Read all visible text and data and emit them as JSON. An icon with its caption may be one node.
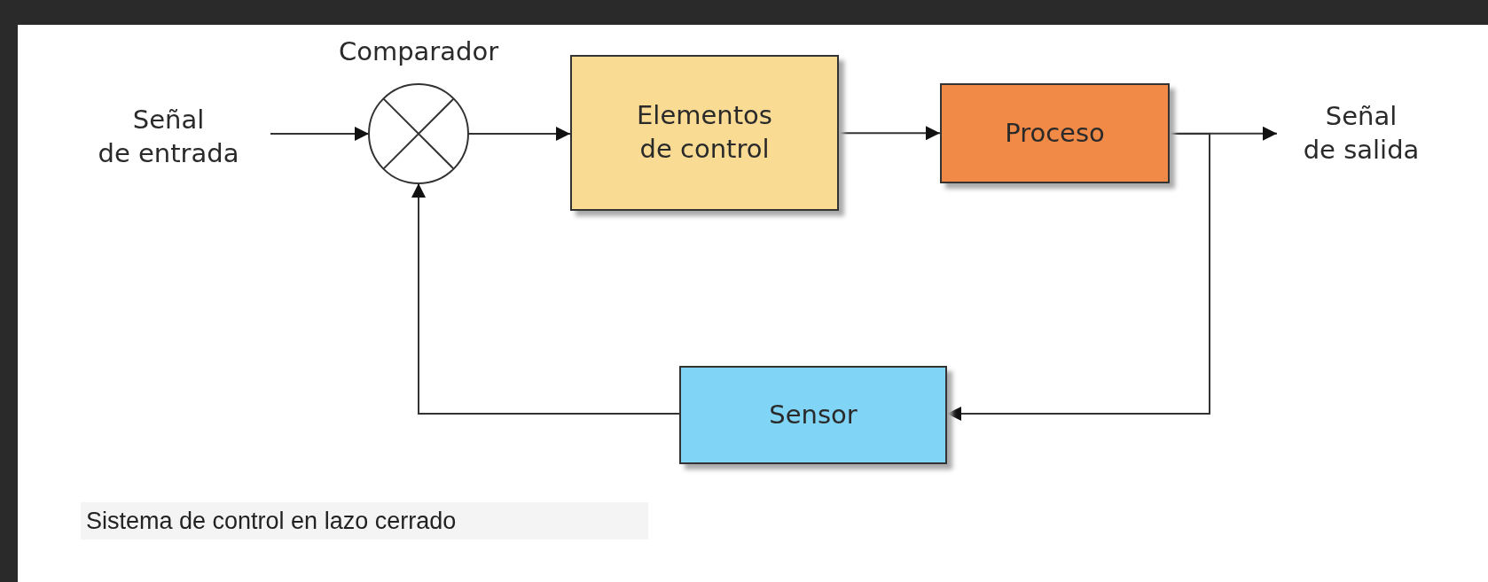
{
  "diagram": {
    "caption": "Sistema de control en lazo cerrado",
    "nodes": [
      {
        "text": [
          "Señal de entrada"
        ]
      },
      {
        "text": [
          "Comparador"
        ]
      },
      {
        "text": [
          "Elementos de control"
        ]
      },
      {
        "text": [
          "Proceso"
        ]
      },
      {
        "text": [
          "Señal de salida"
        ]
      },
      {
        "text": [
          "Sensor"
        ]
      }
    ],
    "edges": [
      {
        "from": 0,
        "to": 1,
        "arrow": "to"
      },
      {
        "from": 1,
        "to": 2,
        "arrow": "to"
      },
      {
        "from": 2,
        "to": 3,
        "arrow": "to"
      },
      {
        "from": 3,
        "to": 4,
        "arrow": "to"
      },
      {
        "from": 3,
        "to": 5,
        "arrow": "to"
      },
      {
        "from": 5,
        "to": 1,
        "arrow": "to"
      }
    ]
  }
}
